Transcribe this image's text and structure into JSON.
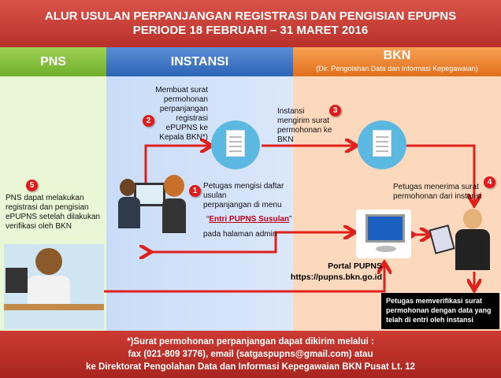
{
  "header": {
    "line1": "ALUR USULAN PERPANJANGAN REGISTRASI DAN PENGISIAN EPUPNS",
    "line2": "PERIODE 18 FEBRUARI – 31 MARET 2016"
  },
  "columns": {
    "pns": "PNS",
    "instansi": "INSTANSI",
    "bkn": "BKN",
    "bkn_sub": "(Dir. Pengolahan Data dan Informasi Kepegawaian)"
  },
  "steps": {
    "s1": {
      "num": "1",
      "line1": "Petugas mengisi daftar usulan",
      "line2": "perpanjangan di menu",
      "quote_open": "“",
      "link": "Entri PUPNS Susulan",
      "quote_close": "”",
      "line3": "pada halaman admin"
    },
    "s2": {
      "num": "2",
      "text": "Membuat surat permohonan perpanjangan registrasi ePUPNS ke Kepala BKN*)"
    },
    "s3": {
      "num": "3",
      "text": "Instansi mengirim surat permohonan ke BKN"
    },
    "s4": {
      "num": "4",
      "text": "Petugas menerima surat permohonan dari instansi"
    },
    "s5": {
      "num": "5",
      "text": "PNS dapat melakukan registrasi dan pengisian ePUPNS setelah dilakukan verifikasi oleh BKN"
    }
  },
  "portal": {
    "name": "Portal PUPNS",
    "url": "https://pupns.bkn.go.id"
  },
  "verify_note": "Petugas memverifikasi surat permohonan dengan data yang telah di entri oleh instansi",
  "footer": {
    "line1": "*)Surat permohonan perpanjangan dapat dikirim melalui :",
    "line2": "fax (021-809 3776), email (satgaspupns@gmail.com) atau",
    "line3": "ke Direktorat Pengolahan Data dan Informasi Kepegawaian BKN Pusat Lt. 12"
  },
  "colors": {
    "arrow": "#e0201b",
    "header": "#c23b33"
  }
}
